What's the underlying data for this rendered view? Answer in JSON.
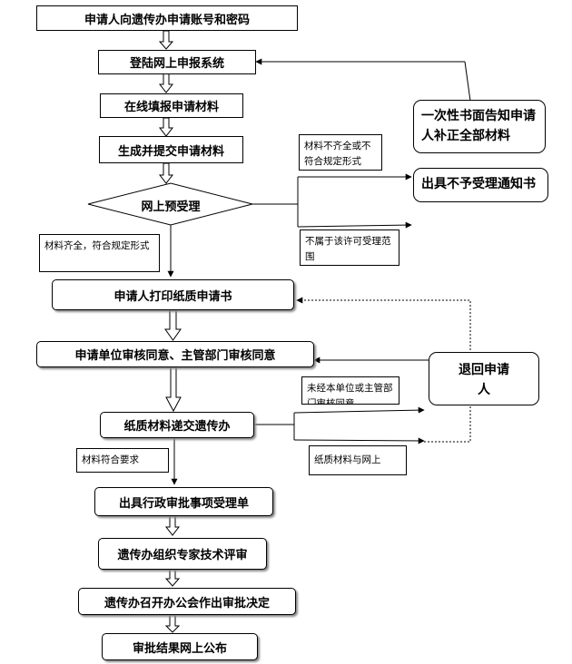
{
  "steps": {
    "apply_account": "申请人向遗传办申请账号和密码",
    "login": "登陆网上申报系统",
    "fill_online": "在线填报申请材料",
    "submit_materials": "生成并提交申请材料",
    "pre_review": "网上预受理",
    "print_paper": "申请人打印纸质申请书",
    "unit_approval": "申请单位审核同意、主管部门审核同意",
    "submit_paper": "纸质材料递交遗传办",
    "issue_receipt": "出具行政审批事项受理单",
    "expert_review": "遗传办组织专家技术评审",
    "meeting_decision": "遗传办召开办公会作出审批决定",
    "publish_result": "审批结果网上公布"
  },
  "notes": {
    "incomplete": "材料不齐全或不符合规定形式",
    "out_of_scope": "不属于该许可受理范围",
    "complete": "材料齐全，符合规定形式",
    "not_approved": "未经本单位或主管部门审核同意",
    "mismatch": "纸质材料与网上",
    "meets": "材料符合要求"
  },
  "outcomes": {
    "notify_once": "一次性书面告知申请人补正全部材料",
    "not_accepted": "出具不予受理通知书",
    "return": "退回申请人"
  }
}
